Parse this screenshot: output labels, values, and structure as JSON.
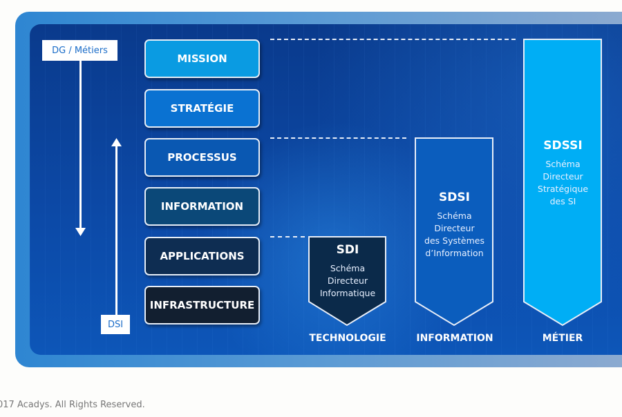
{
  "left_labels": {
    "top": "DG / Métiers",
    "bottom": "DSI"
  },
  "layers": [
    {
      "label": "MISSION",
      "color": "#0a9be2"
    },
    {
      "label": "STRATÉGIE",
      "color": "#0a72d2"
    },
    {
      "label": "PROCESSUS",
      "color": "#0a58b2"
    },
    {
      "label": "INFORMATION",
      "color": "#0b4878"
    },
    {
      "label": "APPLICATIONS",
      "color": "#0e2d52"
    },
    {
      "label": "INFRASTRUCTURE",
      "color": "#121f30"
    }
  ],
  "schemas": [
    {
      "title": "SDI",
      "desc": [
        "Schéma",
        "Directeur",
        "Informatique"
      ],
      "axis": "TECHNOLOGIE",
      "color": "#0b2a4a"
    },
    {
      "title": "SDSI",
      "desc": [
        "Schéma",
        "Directeur",
        "des Systèmes",
        "d’Information"
      ],
      "axis": "INFORMATION",
      "color": "#0b5dbd"
    },
    {
      "title": "SDSSI",
      "desc": [
        "Schéma",
        "Directeur",
        "Stratégique",
        "des SI"
      ],
      "axis": "MÉTIER",
      "color": "#00aef5"
    }
  ],
  "footer": "017 Acadys. All Rights Reserved."
}
